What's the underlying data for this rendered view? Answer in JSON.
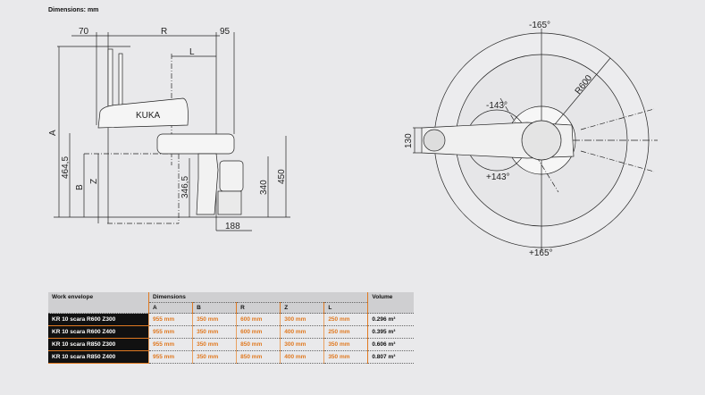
{
  "title": "Dimensions: mm",
  "side_view": {
    "labels": {
      "d70": "70",
      "R": "R",
      "d95": "95",
      "L": "L",
      "A": "A",
      "d464": "464,5",
      "B": "B",
      "Z": "Z",
      "d346": "346,5",
      "d340": "340",
      "d450": "450",
      "d188": "188",
      "logo": "KUKA"
    }
  },
  "top_view": {
    "labels": {
      "neg165": "-165°",
      "pos165": "+165°",
      "neg143": "-143°",
      "pos143": "+143°",
      "R600": "R600",
      "d130": "130"
    }
  },
  "table": {
    "header": {
      "work_envelope": "Work envelope",
      "dimensions": "Dimensions",
      "volume": "Volume",
      "cols": [
        "A",
        "B",
        "R",
        "Z",
        "L"
      ]
    },
    "rows": [
      {
        "model": "KR 10 scara R600 Z300",
        "A": "955 mm",
        "B": "350 mm",
        "R": "600 mm",
        "Z": "300 mm",
        "L": "250 mm",
        "volume": "0.296 m³"
      },
      {
        "model": "KR 10 scara R600 Z400",
        "A": "955 mm",
        "B": "350 mm",
        "R": "600 mm",
        "Z": "400 mm",
        "L": "250 mm",
        "volume": "0.395 m³"
      },
      {
        "model": "KR 10 scara R850 Z300",
        "A": "955 mm",
        "B": "350 mm",
        "R": "850 mm",
        "Z": "300 mm",
        "L": "350 mm",
        "volume": "0.606 m³"
      },
      {
        "model": "KR 10 scara R850 Z400",
        "A": "955 mm",
        "B": "350 mm",
        "R": "850 mm",
        "Z": "400 mm",
        "L": "350 mm",
        "volume": "0.807 m³"
      }
    ]
  },
  "colors": {
    "accent": "#e07a22",
    "background": "#e9e9eb"
  }
}
